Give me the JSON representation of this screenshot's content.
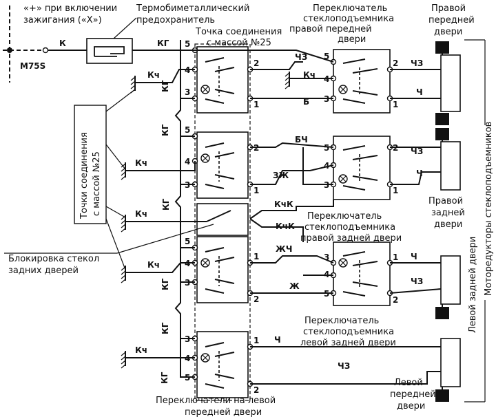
{
  "labels": {
    "ignition_plus": "«+» при включении",
    "ignition_key": "зажигания («Х»)",
    "fuse_line1": "Термобиметаллический",
    "fuse_line2": "предохранитель",
    "connector_code": "М75S",
    "ground25_top_line1": "Точка соединения",
    "ground25_top_line2": "с массой №25",
    "ground_points_line1": "Точки соединения",
    "ground_points_line2": "с массой №25",
    "rear_lock_line1": "Блокировка стекол",
    "rear_lock_line2": "задних дверей",
    "left_front_switches_line1": "Переключатели на левой",
    "left_front_switches_line2": "передней двери",
    "rf_switch_line1": "Переключатель",
    "rf_switch_line2": "стеклоподъемника",
    "rf_switch_line3": "правой передней",
    "rf_switch_line4": "двери",
    "rr_switch_line1": "Переключатель",
    "rr_switch_line2": "стеклоподъемника",
    "rr_switch_line3": "правой задней двери",
    "lr_switch_line1": "Переключатель",
    "lr_switch_line2": "стеклоподъемника",
    "lr_switch_line3": "левой задней двери",
    "motor_rf_line1": "Правой",
    "motor_rf_line2": "передней",
    "motor_rf_line3": "двери",
    "motor_rr_line1": "Правой",
    "motor_rr_line2": "задней",
    "motor_rr_line3": "двери",
    "motor_lf_line1": "Левой",
    "motor_lf_line2": "передней",
    "motor_lf_line3": "двери",
    "motors_vertical": "Моторедукторы стеклоподъемников",
    "lr_motor_vertical": "Левой задней двери"
  },
  "wire_colors": {
    "k": "К",
    "kg": "КГ",
    "kch": "Кч",
    "chz": "ЧЗ",
    "b": "Б",
    "bch": "БЧ",
    "zv": "ЗЖ",
    "kchk": "КчК",
    "zhch": "ЖЧ",
    "ch": "Ч",
    "zh": "Ж"
  },
  "pins": {
    "p1": "1",
    "p2": "2",
    "p3": "3",
    "p4": "4",
    "p5": "5"
  }
}
